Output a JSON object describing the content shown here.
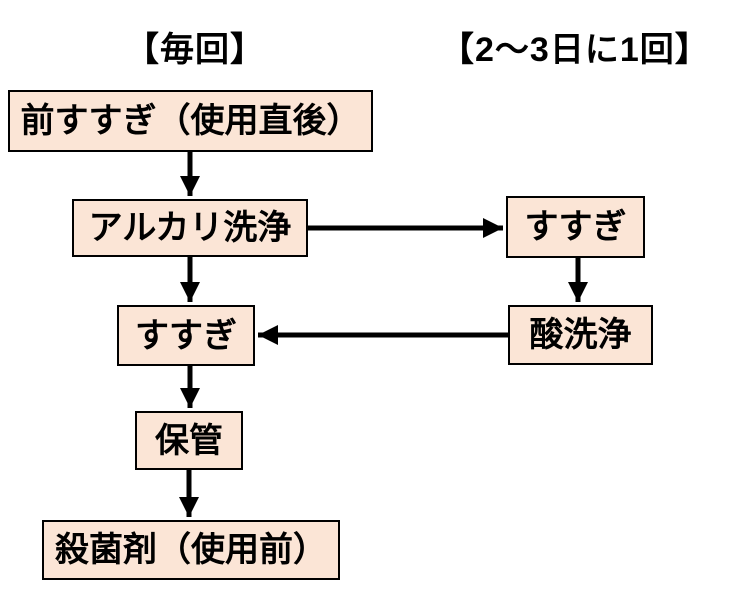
{
  "headers": {
    "left": "【毎回】",
    "right": "【2～3日に1回】"
  },
  "nodes": [
    {
      "id": "pre-rinse",
      "label": "前すすぎ（使用直後）",
      "column": "every-time"
    },
    {
      "id": "alkali-wash",
      "label": "アルカリ洗浄",
      "column": "every-time"
    },
    {
      "id": "rinse-weekly",
      "label": "すすぎ",
      "column": "every-2-3-days"
    },
    {
      "id": "rinse-main",
      "label": "すすぎ",
      "column": "every-time"
    },
    {
      "id": "acid-wash",
      "label": "酸洗浄",
      "column": "every-2-3-days"
    },
    {
      "id": "storage",
      "label": "保管",
      "column": "every-time"
    },
    {
      "id": "disinfectant",
      "label": "殺菌剤（使用前）",
      "column": "every-time"
    }
  ],
  "edges": [
    {
      "from": "pre-rinse",
      "to": "alkali-wash",
      "direction": "down"
    },
    {
      "from": "alkali-wash",
      "to": "rinse-weekly",
      "direction": "right"
    },
    {
      "from": "alkali-wash",
      "to": "rinse-main",
      "direction": "down"
    },
    {
      "from": "rinse-weekly",
      "to": "acid-wash",
      "direction": "down"
    },
    {
      "from": "acid-wash",
      "to": "rinse-main",
      "direction": "left"
    },
    {
      "from": "rinse-main",
      "to": "storage",
      "direction": "down"
    },
    {
      "from": "storage",
      "to": "disinfectant",
      "direction": "down"
    }
  ],
  "colors": {
    "background": "#ffffff",
    "box_fill": "#fbe5d6",
    "box_border": "#000000",
    "text": "#000000",
    "arrow": "#000000"
  }
}
